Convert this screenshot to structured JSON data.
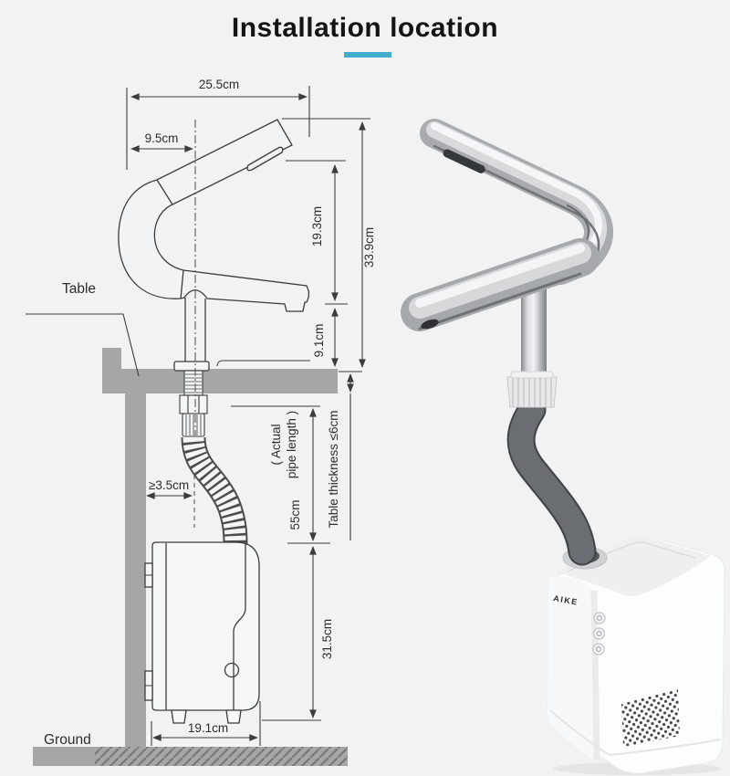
{
  "page": {
    "background": "#f2f2f3"
  },
  "header": {
    "title": "Installation location",
    "accent_color": "#3fadc9"
  },
  "diagram": {
    "labels": {
      "table": "Table",
      "ground": "Ground"
    },
    "dimensions": {
      "top_width": "25.5cm",
      "spout_offset": "9.5cm",
      "spout_to_table": "19.3cm",
      "total_height": "33.9cm",
      "body_height": "9.1cm",
      "hole_to_edge": "≥3.5cm",
      "pipe_note_1": "( Actual",
      "pipe_note_2": "pipe length )",
      "pipe_length": "55cm",
      "table_thickness": "Table thickness ≤6cm",
      "box_height": "31.5cm",
      "box_width": "19.1cm"
    }
  },
  "product": {
    "brand": "AIKE"
  },
  "colors": {
    "table_gray": "#a6a6a6",
    "line": "#3c3c3c",
    "hose_dark": "#5a5e62",
    "chrome_mid": "#a9acaf"
  }
}
